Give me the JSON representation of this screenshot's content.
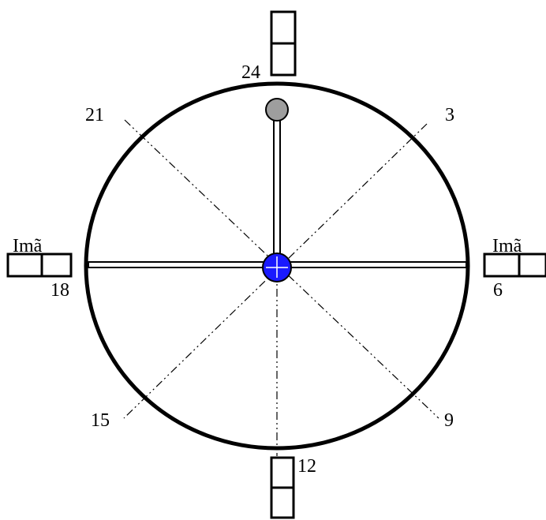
{
  "diagram": {
    "hour_labels": {
      "h24": "24",
      "h3": "3",
      "h6": "6",
      "h9": "9",
      "h12": "12",
      "h15": "15",
      "h18": "18",
      "h21": "21"
    },
    "magnet_labels": {
      "left": "Imã",
      "right": "Imã"
    },
    "colors": {
      "center_ball": "#1a1aff",
      "top_ball": "#9e9e9e",
      "outline": "#000000"
    }
  }
}
